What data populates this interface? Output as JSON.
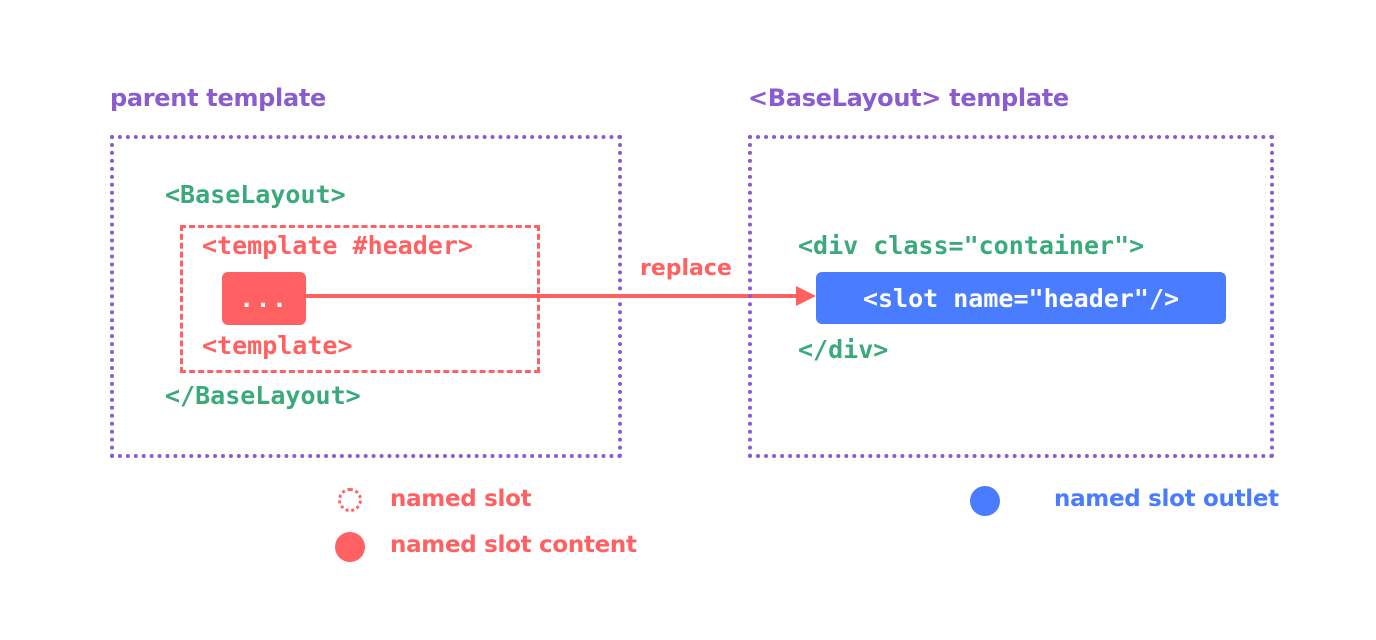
{
  "parent": {
    "title": "parent template",
    "open_tag": "<BaseLayout>",
    "template_open": "<template #header>",
    "content": "...",
    "template_close": "<template>",
    "close_tag": "</BaseLayout>"
  },
  "base_layout": {
    "title": "<BaseLayout> template",
    "div_open": "<div class=\"container\">",
    "slot": "<slot name=\"header\"/>",
    "div_close": "</div>"
  },
  "arrow": {
    "label": "replace"
  },
  "legend": {
    "named_slot": "named slot",
    "named_slot_content": "named slot content",
    "named_slot_outlet": "named slot outlet"
  },
  "colors": {
    "purple": "#8a5cce",
    "green": "#3aaa7a",
    "red": "#ff6163",
    "blue": "#4a7cff"
  }
}
